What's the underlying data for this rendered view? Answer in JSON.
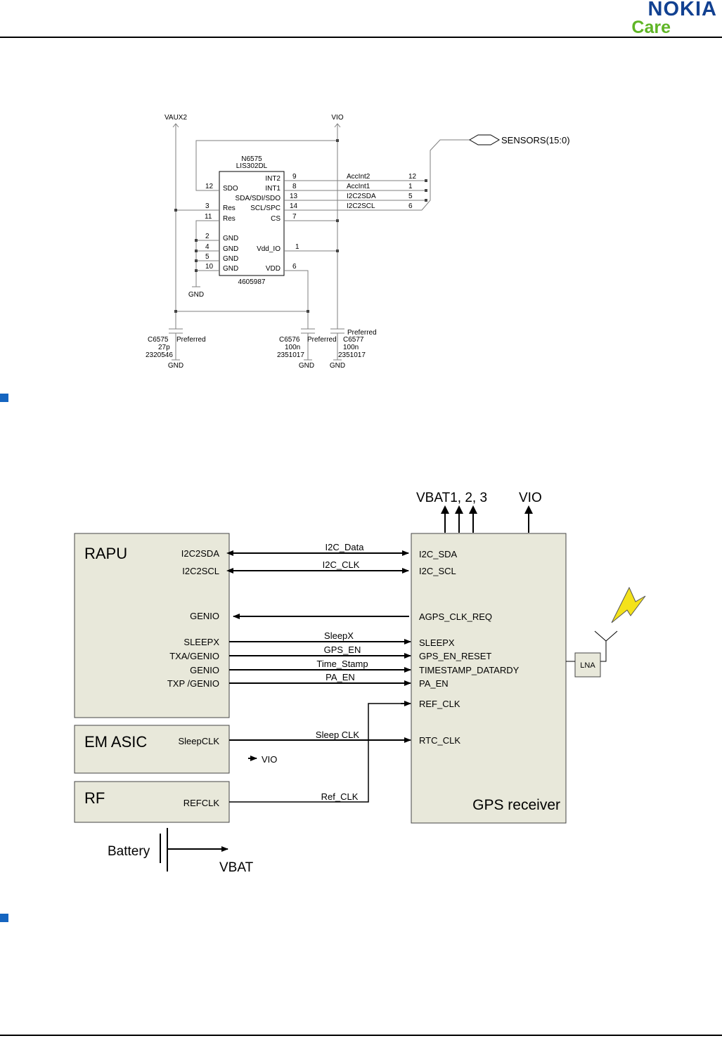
{
  "header": {
    "brand": "NOKIA",
    "sub": "Care",
    "brand_color": "#124191",
    "sub_color": "#5fb526"
  },
  "schematic": {
    "vaux2": "VAUX2",
    "vio": "VIO",
    "sensors_bus": "SENSORS(15:0)",
    "ic_ref": "N6575",
    "ic_part": "LIS302DL",
    "ic_code": "4605987",
    "gnd": "GND",
    "pins_right": [
      {
        "num": "9",
        "name": "INT2",
        "net": "AccInt2",
        "bus": "12"
      },
      {
        "num": "8",
        "name": "INT1",
        "net": "AccInt1",
        "bus": "1"
      },
      {
        "num": "13",
        "name": "SDA/SDI/SDO",
        "net": "I2C2SDA",
        "bus": "5"
      },
      {
        "num": "14",
        "name": "SCL/SPC",
        "net": "I2C2SCL",
        "bus": "6"
      },
      {
        "num": "7",
        "name": "CS"
      },
      {
        "num": "1",
        "name": "Vdd_IO"
      },
      {
        "num": "6",
        "name": "VDD"
      }
    ],
    "pins_left": [
      {
        "num": "12",
        "name": "SDO"
      },
      {
        "num": "3",
        "name": "Res"
      },
      {
        "num": "11",
        "name": "Res"
      },
      {
        "num": "2",
        "name": "GND"
      },
      {
        "num": "4",
        "name": "GND"
      },
      {
        "num": "5",
        "name": "GND"
      },
      {
        "num": "10",
        "name": "GND"
      }
    ],
    "caps": [
      {
        "ref": "C6575",
        "pref": "Preferred",
        "val": "27p",
        "code": "2320546",
        "gnd": "GND"
      },
      {
        "ref": "C6576",
        "pref": "Preferred",
        "val": "100n",
        "code": "2351017",
        "gnd": "GND"
      },
      {
        "ref": "C6577",
        "pref": "Preferred",
        "val": "100n",
        "code": "2351017",
        "gnd": "GND"
      }
    ]
  },
  "block": {
    "vbat_label": "VBAT1, 2, 3",
    "vio_label": "VIO",
    "rapu": {
      "title": "RAPU",
      "pins": [
        "I2C2SDA",
        "I2C2SCL",
        "GENIO",
        "SLEEPX",
        "TXA/GENIO",
        "GENIO",
        "TXP /GENIO"
      ]
    },
    "em": {
      "title": "EM ASIC",
      "pin": "SleepCLK",
      "vio": "VIO"
    },
    "rf": {
      "title": "RF",
      "pin": "REFCLK"
    },
    "gps": {
      "title": "GPS receiver",
      "pins": [
        "I2C_SDA",
        "I2C_SCL",
        "AGPS_CLK_REQ",
        "SLEEPX",
        "GPS_EN_RESET",
        "TIMESTAMP_DATARDY",
        "PA_EN",
        "REF_CLK",
        "RTC_CLK"
      ]
    },
    "signals": [
      "I2C_Data",
      "I2C_CLK",
      "SleepX",
      "GPS_EN",
      "Time_Stamp",
      "PA_EN",
      "Sleep CLK",
      "Ref_CLK"
    ],
    "lna": "LNA",
    "battery": "Battery",
    "vbat": "VBAT",
    "block_fill": "#e8e8da"
  }
}
